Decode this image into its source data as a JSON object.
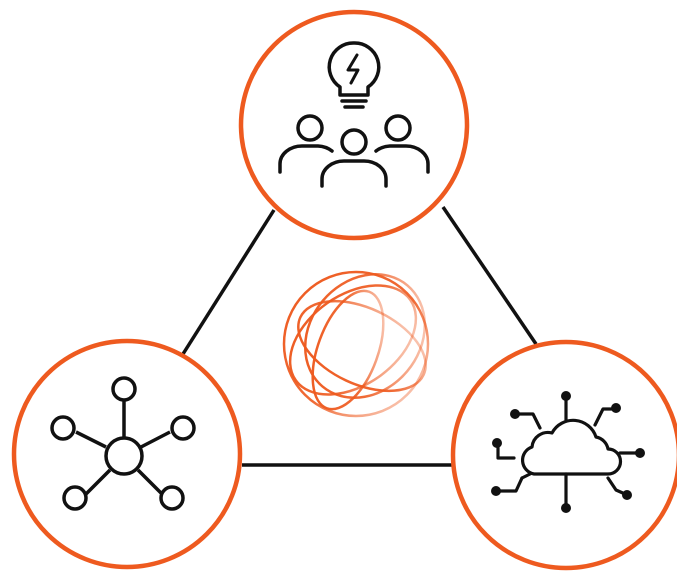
{
  "diagram": {
    "accent_color": "#ee5a1f",
    "line_color": "#111111",
    "background": "#ffffff",
    "nodes": [
      {
        "id": "top",
        "icon": "team-idea-lightbulb-icon"
      },
      {
        "id": "left",
        "icon": "network-hub-icon"
      },
      {
        "id": "right",
        "icon": "cloud-circuit-icon"
      }
    ],
    "center_icon": "orbit-sphere-logo"
  }
}
